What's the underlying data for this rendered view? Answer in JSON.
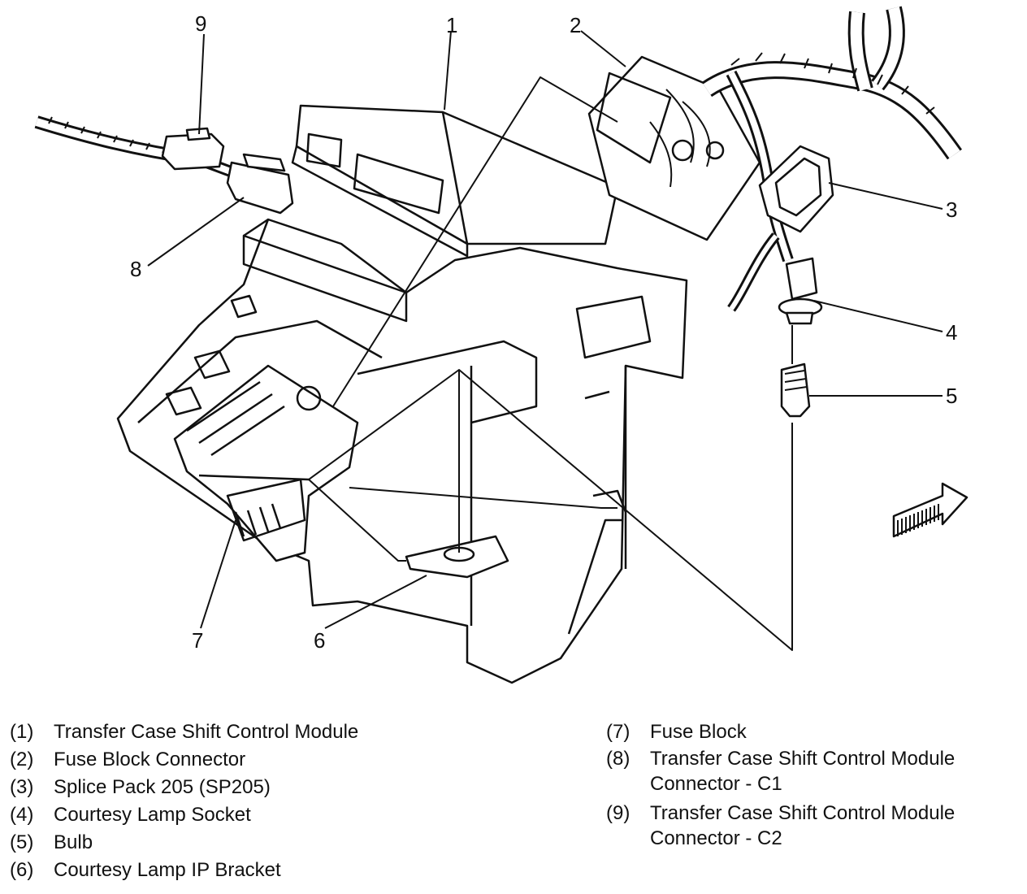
{
  "callouts": [
    "1",
    "2",
    "3",
    "4",
    "5",
    "6",
    "7",
    "8",
    "9"
  ],
  "legend": [
    {
      "num": "(1)",
      "text": "Transfer Case Shift Control Module"
    },
    {
      "num": "(2)",
      "text": "Fuse Block Connector"
    },
    {
      "num": "(3)",
      "text": "Splice Pack 205 (SP205)"
    },
    {
      "num": "(4)",
      "text": "Courtesy Lamp Socket"
    },
    {
      "num": "(5)",
      "text": "Bulb"
    },
    {
      "num": "(6)",
      "text": "Courtesy Lamp IP Bracket"
    },
    {
      "num": "(7)",
      "text": "Fuse Block"
    },
    {
      "num": "(8)",
      "text": "Transfer Case Shift Control Module Connector - C1"
    },
    {
      "num": "(9)",
      "text": "Transfer Case Shift Control Module Connector - C2"
    }
  ]
}
